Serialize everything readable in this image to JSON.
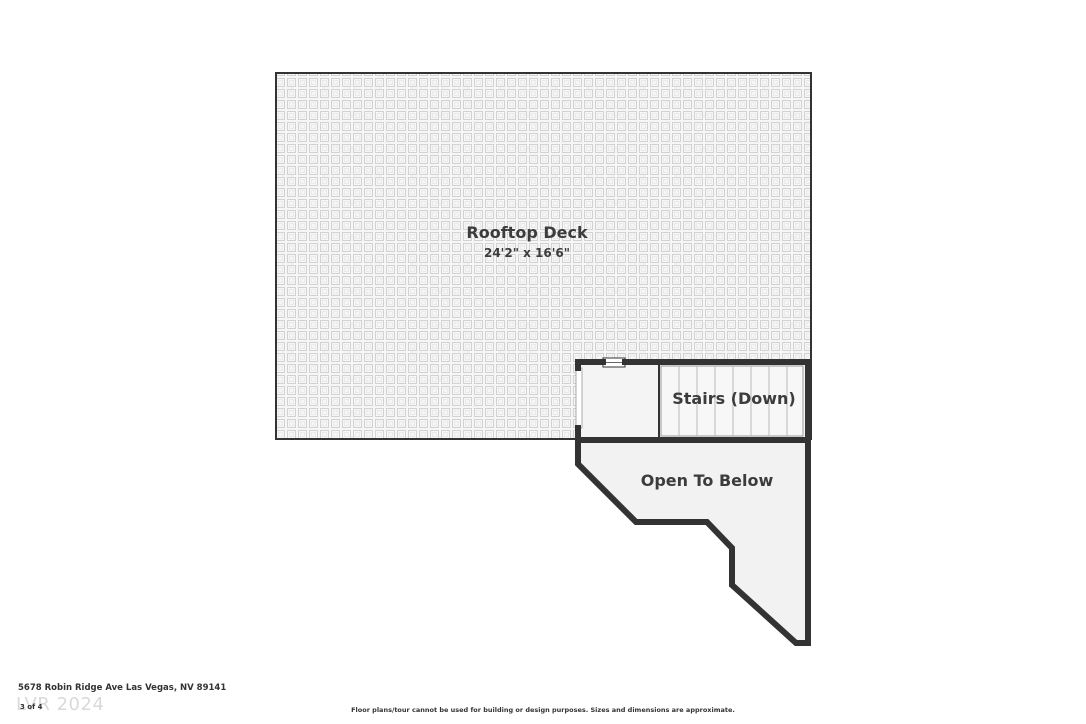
{
  "colors": {
    "wall": "#333333",
    "deck_fill": "#f4f4f4",
    "floor_fill": "#f2f2f2",
    "label": "#3c3c3c"
  },
  "rooms": {
    "rooftop_deck": {
      "name": "Rooftop Deck",
      "dimensions": "24'2\" x 16'6\""
    },
    "stairs": {
      "name": "Stairs (Down)"
    },
    "open_to_below": {
      "name": "Open To Below"
    }
  },
  "footer": {
    "address": "5678 Robin Ridge Ave Las Vegas, NV 89141",
    "page": "3 of 4",
    "watermark": "LVR 2024",
    "disclaimer": "Floor plans/tour cannot be used for building or design purposes. Sizes and dimensions are approximate."
  }
}
